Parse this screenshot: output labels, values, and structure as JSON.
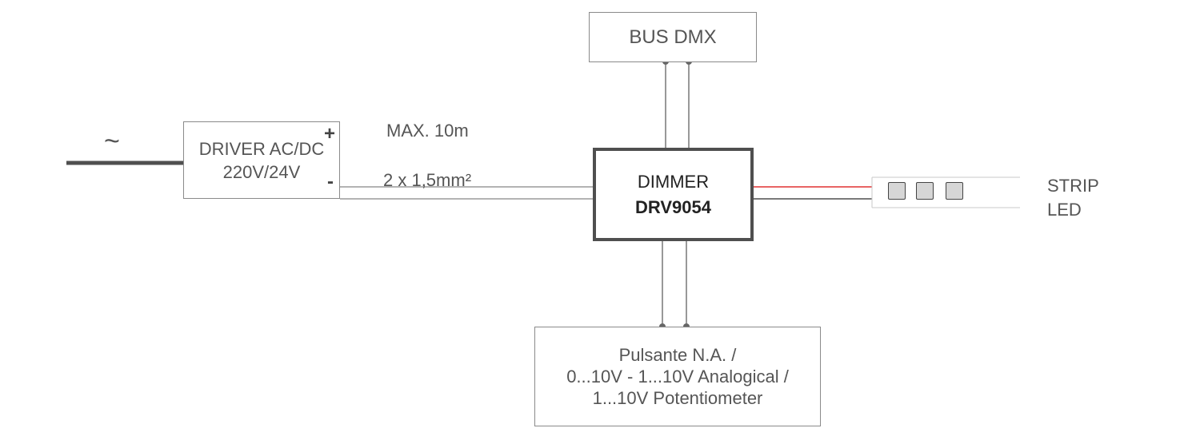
{
  "bus": {
    "label": "BUS DMX"
  },
  "ac_source": {
    "symbol": "~"
  },
  "driver": {
    "line1": "DRIVER AC/DC",
    "line2": "220V/24V",
    "plus": "+",
    "minus": "-"
  },
  "cable": {
    "max_length": "MAX. 10m",
    "spec": "2 x 1,5mm²"
  },
  "dimmer": {
    "line1": "DIMMER",
    "model": "DRV9054"
  },
  "strip": {
    "line1": "STRIP",
    "line2": "LED"
  },
  "input": {
    "line1": "Pulsante N.A. /",
    "line2": "0...10V - 1...10V Analogical /",
    "line3": "1...10V Potentiometer"
  },
  "colors": {
    "line": "#8a8a8a",
    "dark": "#4f4f4f",
    "positive_wire": "#e03030",
    "led_fill": "#d6d6d6"
  }
}
